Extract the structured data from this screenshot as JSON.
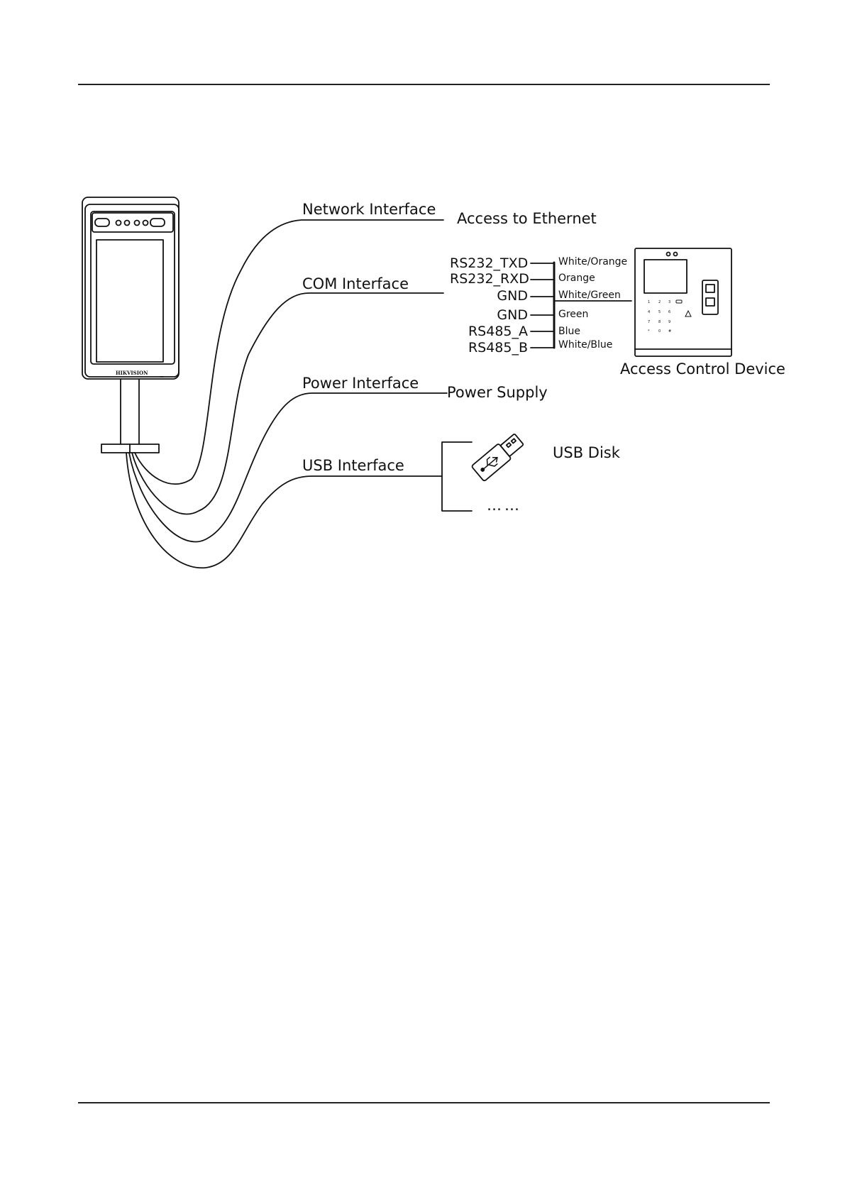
{
  "device": {
    "brand": "HIKVISION"
  },
  "interfaces": {
    "network": "Network Interface",
    "com": "COM Interface",
    "power": "Power Interface",
    "usb": "USB Interface"
  },
  "targets": {
    "ethernet": "Access to Ethernet",
    "access_control": "Access Control Device",
    "power_supply": "Power Supply",
    "usb_disk": "USB Disk",
    "more": "……"
  },
  "com_signals": [
    {
      "signal": "RS232_TXD",
      "wire": "White/Orange"
    },
    {
      "signal": "RS232_RXD",
      "wire": "Orange"
    },
    {
      "signal": "GND",
      "wire": "White/Green"
    },
    {
      "signal": "GND",
      "wire": "Green"
    },
    {
      "signal": "RS485_A",
      "wire": "Blue"
    },
    {
      "signal": "RS485_B",
      "wire": "White/Blue"
    }
  ]
}
